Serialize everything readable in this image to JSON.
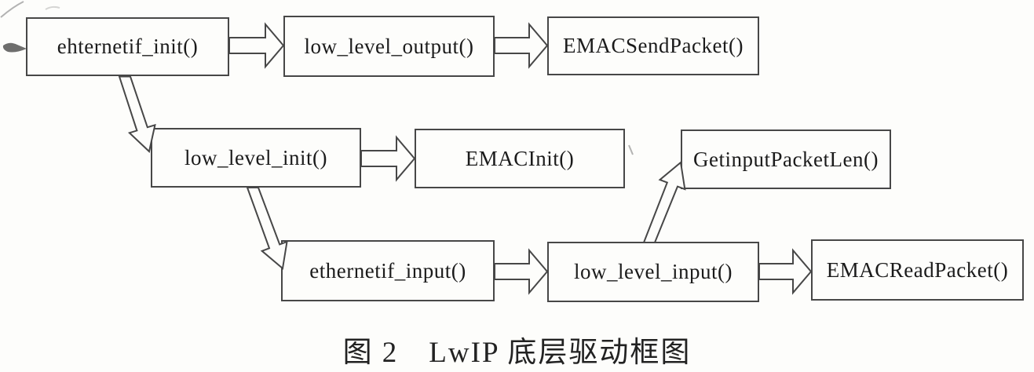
{
  "figure": {
    "caption": "图 2　LwIP 底层驱动框图",
    "background_color": "#fdfdfb",
    "line_color": "#474747",
    "text_color": "#1b1b1b"
  },
  "diagram": {
    "boxes": [
      {
        "label": "ehternetif_init()"
      },
      {
        "label": "low_level_output()"
      },
      {
        "label": "EMACSendPacket()"
      },
      {
        "label": "low_level_init()"
      },
      {
        "label": "EMACInit()"
      },
      {
        "label": "GetinputPacketLen()"
      },
      {
        "label": "ethernetif_input()"
      },
      {
        "label": "low_level_input()"
      },
      {
        "label": "EMACReadPacket()"
      }
    ],
    "connections": [
      {
        "from": "ehternetif_init()",
        "to": "low_level_output()",
        "style": "horizontal-block-arrow"
      },
      {
        "from": "low_level_output()",
        "to": "EMACSendPacket()",
        "style": "horizontal-block-arrow"
      },
      {
        "from": "ehternetif_init()",
        "to": "low_level_init()",
        "style": "diagonal-block-arrow-down"
      },
      {
        "from": "low_level_init()",
        "to": "EMACInit()",
        "style": "horizontal-block-arrow"
      },
      {
        "from": "low_level_init()",
        "to": "ethernetif_input()",
        "style": "diagonal-block-arrow-down"
      },
      {
        "from": "ethernetif_input()",
        "to": "low_level_input()",
        "style": "horizontal-block-arrow"
      },
      {
        "from": "low_level_input()",
        "to": "GetinputPacketLen()",
        "style": "diagonal-block-arrow-up"
      },
      {
        "from": "low_level_input()",
        "to": "EMACReadPacket()",
        "style": "horizontal-block-arrow"
      }
    ]
  }
}
